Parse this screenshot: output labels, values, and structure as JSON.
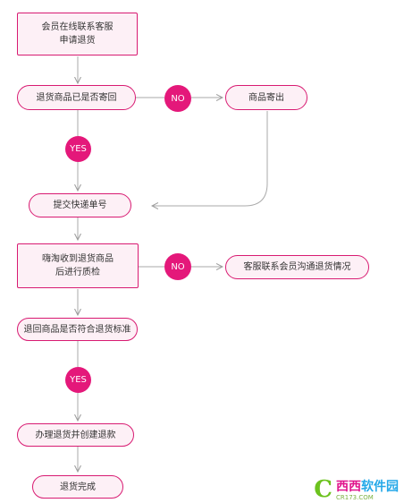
{
  "nodes": {
    "apply_return": "会员在线联系客服\n申请退货",
    "goods_sent_back": "退货商品已是否寄回",
    "send_goods": "商品寄出",
    "submit_tracking": "提交快递单号",
    "receive_inspect": "嗨淘收到退货商品\n后进行质检",
    "contact_member": "客服联系会员沟通退货情况",
    "meets_standard": "退回商品是否符合退货标准",
    "process_refund": "办理退货并创建退款",
    "return_complete": "退货完成"
  },
  "decisions": {
    "yes_1": "YES",
    "no_1": "NO",
    "no_2": "NO",
    "yes_2": "YES"
  },
  "colors": {
    "node_border": "#d81b72",
    "node_fill": "#fdf0f6",
    "badge_fill": "#e4187a",
    "connector": "#aaaaaa"
  },
  "watermark": {
    "cn_left": "西西",
    "cn_right": "软件园",
    "en": "CR173.COM"
  }
}
